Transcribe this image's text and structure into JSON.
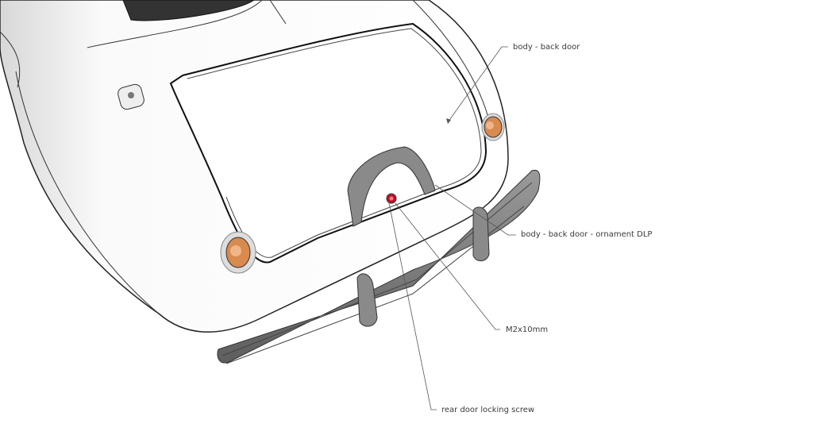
{
  "labels": {
    "back_door": "body - back door",
    "ornament": "body - back door - ornament DLP",
    "screw_size": "M2x10mm",
    "locking_screw": "rear door locking screw"
  },
  "colors": {
    "lamp": "#d98a4e",
    "bumper": "#7a7a7a",
    "screw": "#c0102a"
  }
}
